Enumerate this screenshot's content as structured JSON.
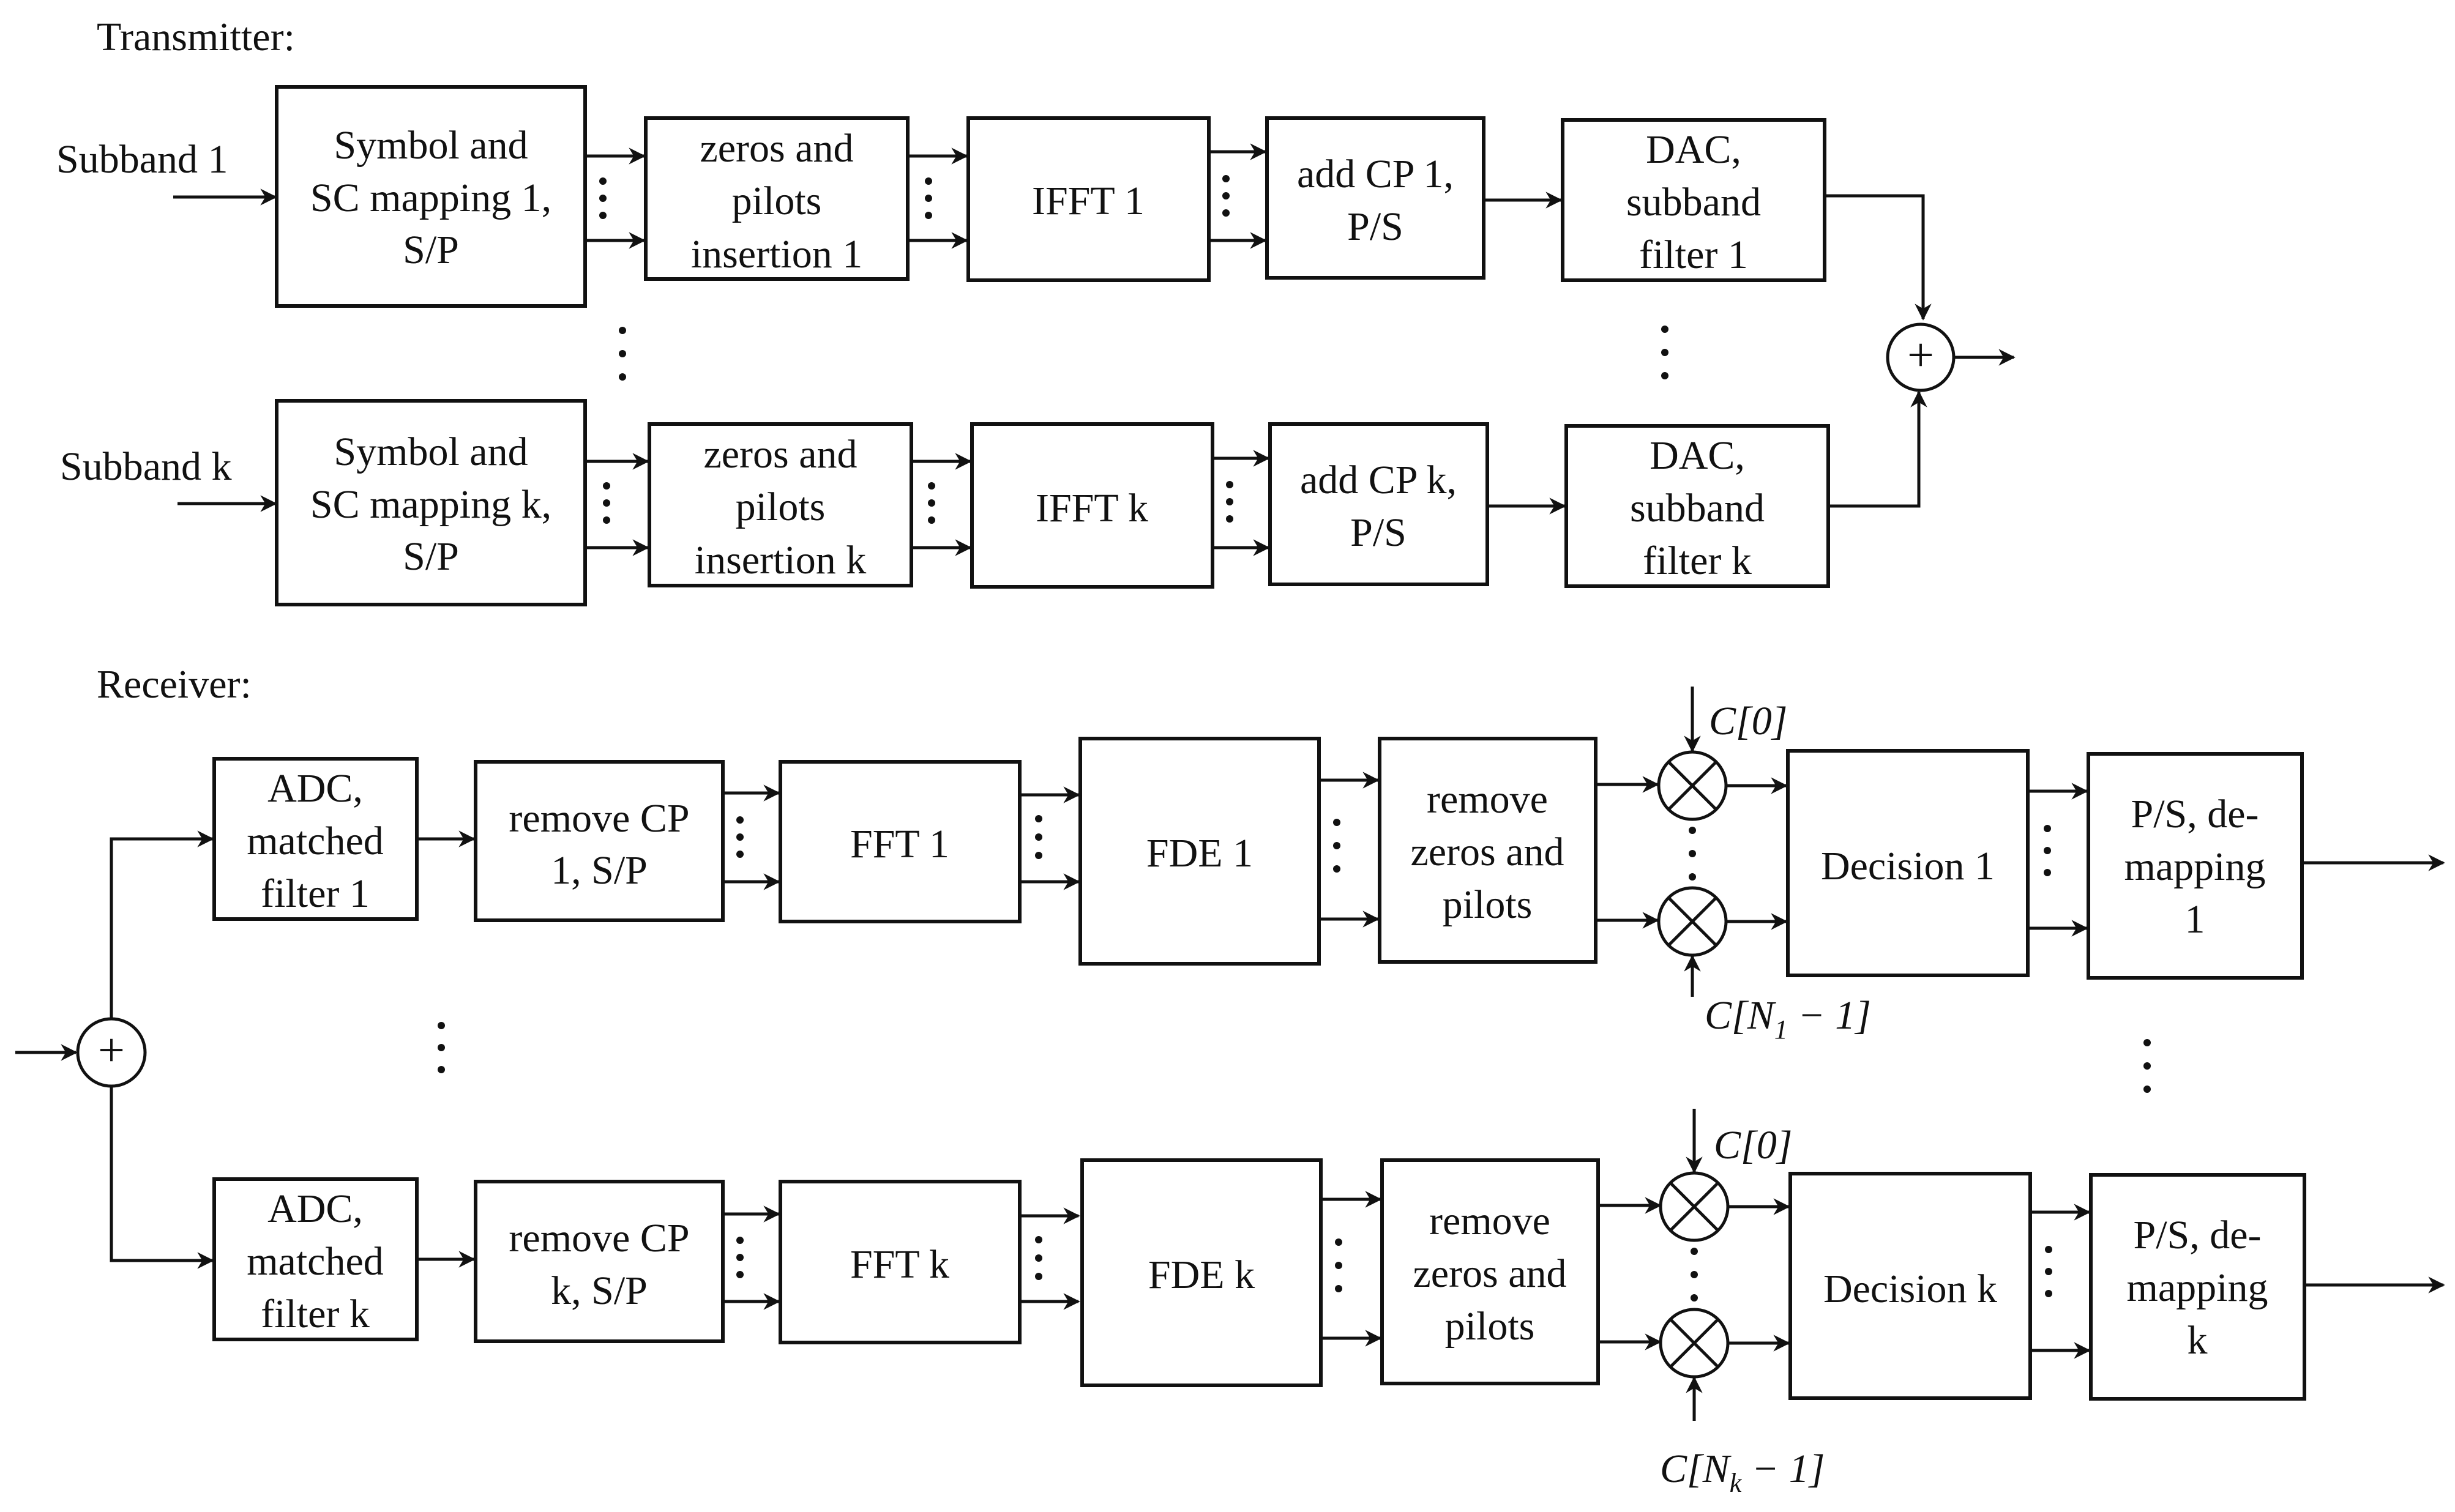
{
  "transmitter": {
    "title": "Transmitter:",
    "branches": [
      {
        "input_label": "Subband 1",
        "symbol_mapping": [
          "Symbol and",
          "SC mapping 1,",
          "S/P"
        ],
        "zeros_pilots": [
          "zeros and",
          "pilots",
          "insertion 1"
        ],
        "ifft": [
          "IFFT 1"
        ],
        "add_cp": [
          "add CP 1,",
          "P/S"
        ],
        "dac": [
          "DAC,",
          "subband",
          "filter 1"
        ]
      },
      {
        "input_label": "Subband k",
        "symbol_mapping": [
          "Symbol and",
          "SC mapping k,",
          "S/P"
        ],
        "zeros_pilots": [
          "zeros and",
          "pilots",
          "insertion k"
        ],
        "ifft": [
          "IFFT k"
        ],
        "add_cp": [
          "add CP k,",
          "P/S"
        ],
        "dac": [
          "DAC,",
          "subband",
          "filter k"
        ]
      }
    ],
    "summer_symbol": "+"
  },
  "receiver": {
    "title": "Receiver:",
    "summer_symbol": "+",
    "multiplier_symbol": "×",
    "branches": [
      {
        "adc": [
          "ADC,",
          "matched",
          "filter 1"
        ],
        "remove_cp": [
          "remove CP",
          "1, S/P"
        ],
        "fft": [
          "FFT 1"
        ],
        "fde": [
          "FDE 1"
        ],
        "remove_zeros": [
          "remove",
          "zeros and",
          "pilots"
        ],
        "coef_top": {
          "base": "C[0]"
        },
        "coef_bottom": {
          "base": "C[N",
          "sub": "1",
          "tail": " − 1]"
        },
        "decision": [
          "Decision 1"
        ],
        "ps_demap": [
          "P/S, de-",
          "mapping",
          "1"
        ]
      },
      {
        "adc": [
          "ADC,",
          "matched",
          "filter k"
        ],
        "remove_cp": [
          "remove CP",
          "k, S/P"
        ],
        "fft": [
          "FFT k"
        ],
        "fde": [
          "FDE k"
        ],
        "remove_zeros": [
          "remove",
          "zeros and",
          "pilots"
        ],
        "coef_top": {
          "base": "C[0]"
        },
        "coef_bottom": {
          "base": "C[N",
          "sub": "k",
          "tail": " − 1]"
        },
        "decision": [
          "Decision k"
        ],
        "ps_demap": [
          "P/S, de-",
          "mapping",
          "k"
        ]
      }
    ]
  }
}
